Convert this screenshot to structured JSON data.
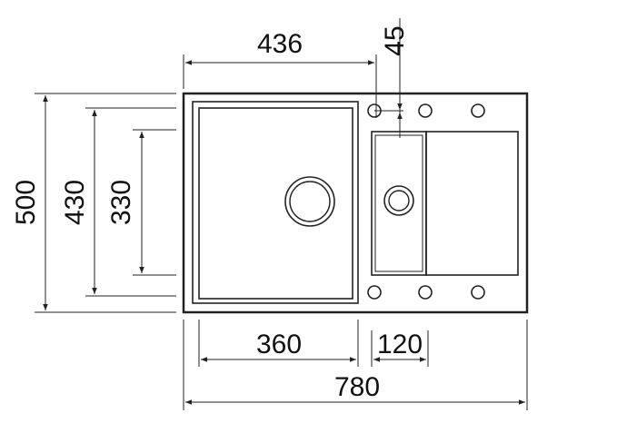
{
  "colors": {
    "ink": "#222222",
    "background": "#ffffff"
  },
  "dimensions": {
    "top_width": "436",
    "tap_offset": "45",
    "total_height": "500",
    "inner_height": "430",
    "bowl_height": "330",
    "main_bowl_width": "360",
    "small_bowl_width": "120",
    "total_width": "780"
  }
}
